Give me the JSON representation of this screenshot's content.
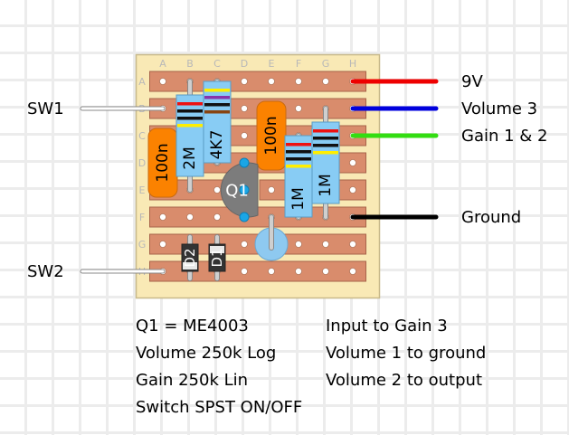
{
  "board": {
    "columns": [
      "A",
      "B",
      "C",
      "D",
      "E",
      "F",
      "G",
      "H"
    ],
    "rows": [
      "A",
      "B",
      "C",
      "D",
      "E",
      "F",
      "G",
      "H"
    ],
    "colors": {
      "board": "#f9e9b5",
      "board_border": "#c8b98a",
      "strip": "#d98c6c",
      "strip_border": "#a8634a",
      "hole": "#ffffff"
    },
    "strip_cuts": [
      {
        "row": "E",
        "between": [
          "D",
          "E"
        ]
      }
    ]
  },
  "wires": [
    {
      "label": "9V",
      "row": "A",
      "color": "#ee0000"
    },
    {
      "label": "Volume 3",
      "row": "B",
      "color": "#0000dd"
    },
    {
      "label": "Gain 1 & 2",
      "row": "C",
      "color": "#33dd11"
    },
    {
      "label": "Ground",
      "row": "F",
      "color": "#000000"
    }
  ],
  "switch_wires": [
    {
      "label": "SW1",
      "row": "B"
    },
    {
      "label": "SW2",
      "row": "H"
    }
  ],
  "components": {
    "resistors": [
      {
        "label": "2M",
        "col": "B",
        "from": "A",
        "to": "E",
        "bands": [
          "#ee1111",
          "#111111",
          "#111111",
          "#ffee00"
        ]
      },
      {
        "label": "4K7",
        "col": "C",
        "from": "A",
        "to": "D",
        "bands": [
          "#ffee00",
          "#8833aa",
          "#111111",
          "#884411"
        ]
      },
      {
        "label": "1M",
        "col": "F",
        "from": "C",
        "to": "F",
        "bands": [
          "#ee1111",
          "#111111",
          "#111111",
          "#ffee00"
        ]
      },
      {
        "label": "1M",
        "col": "G",
        "from": "B",
        "to": "F",
        "bands": [
          "#ee1111",
          "#111111",
          "#111111",
          "#ffee00"
        ]
      }
    ],
    "capacitors": [
      {
        "label": "100n",
        "col": "A",
        "from": "C",
        "to": "E"
      },
      {
        "label": "100n",
        "col": "E",
        "from": "B",
        "to": "D"
      }
    ],
    "transistor": {
      "label": "Q1",
      "col": "D",
      "pins": [
        "D",
        "E",
        "F"
      ]
    },
    "trimmer": {
      "col": "E",
      "row": "G",
      "wiper_row": "F"
    },
    "diodes": [
      {
        "label": "D2",
        "col": "B",
        "from": "G",
        "to": "H"
      },
      {
        "label": "D1",
        "col": "C",
        "from": "G",
        "to": "H"
      }
    ]
  },
  "notes_left": [
    "Q1 = ME4003",
    "Volume 250k Log",
    "Gain 250k Lin",
    "Switch SPST ON/OFF"
  ],
  "notes_right": [
    "Input to Gain 3",
    "Volume 1 to ground",
    "Volume 2 to output"
  ]
}
